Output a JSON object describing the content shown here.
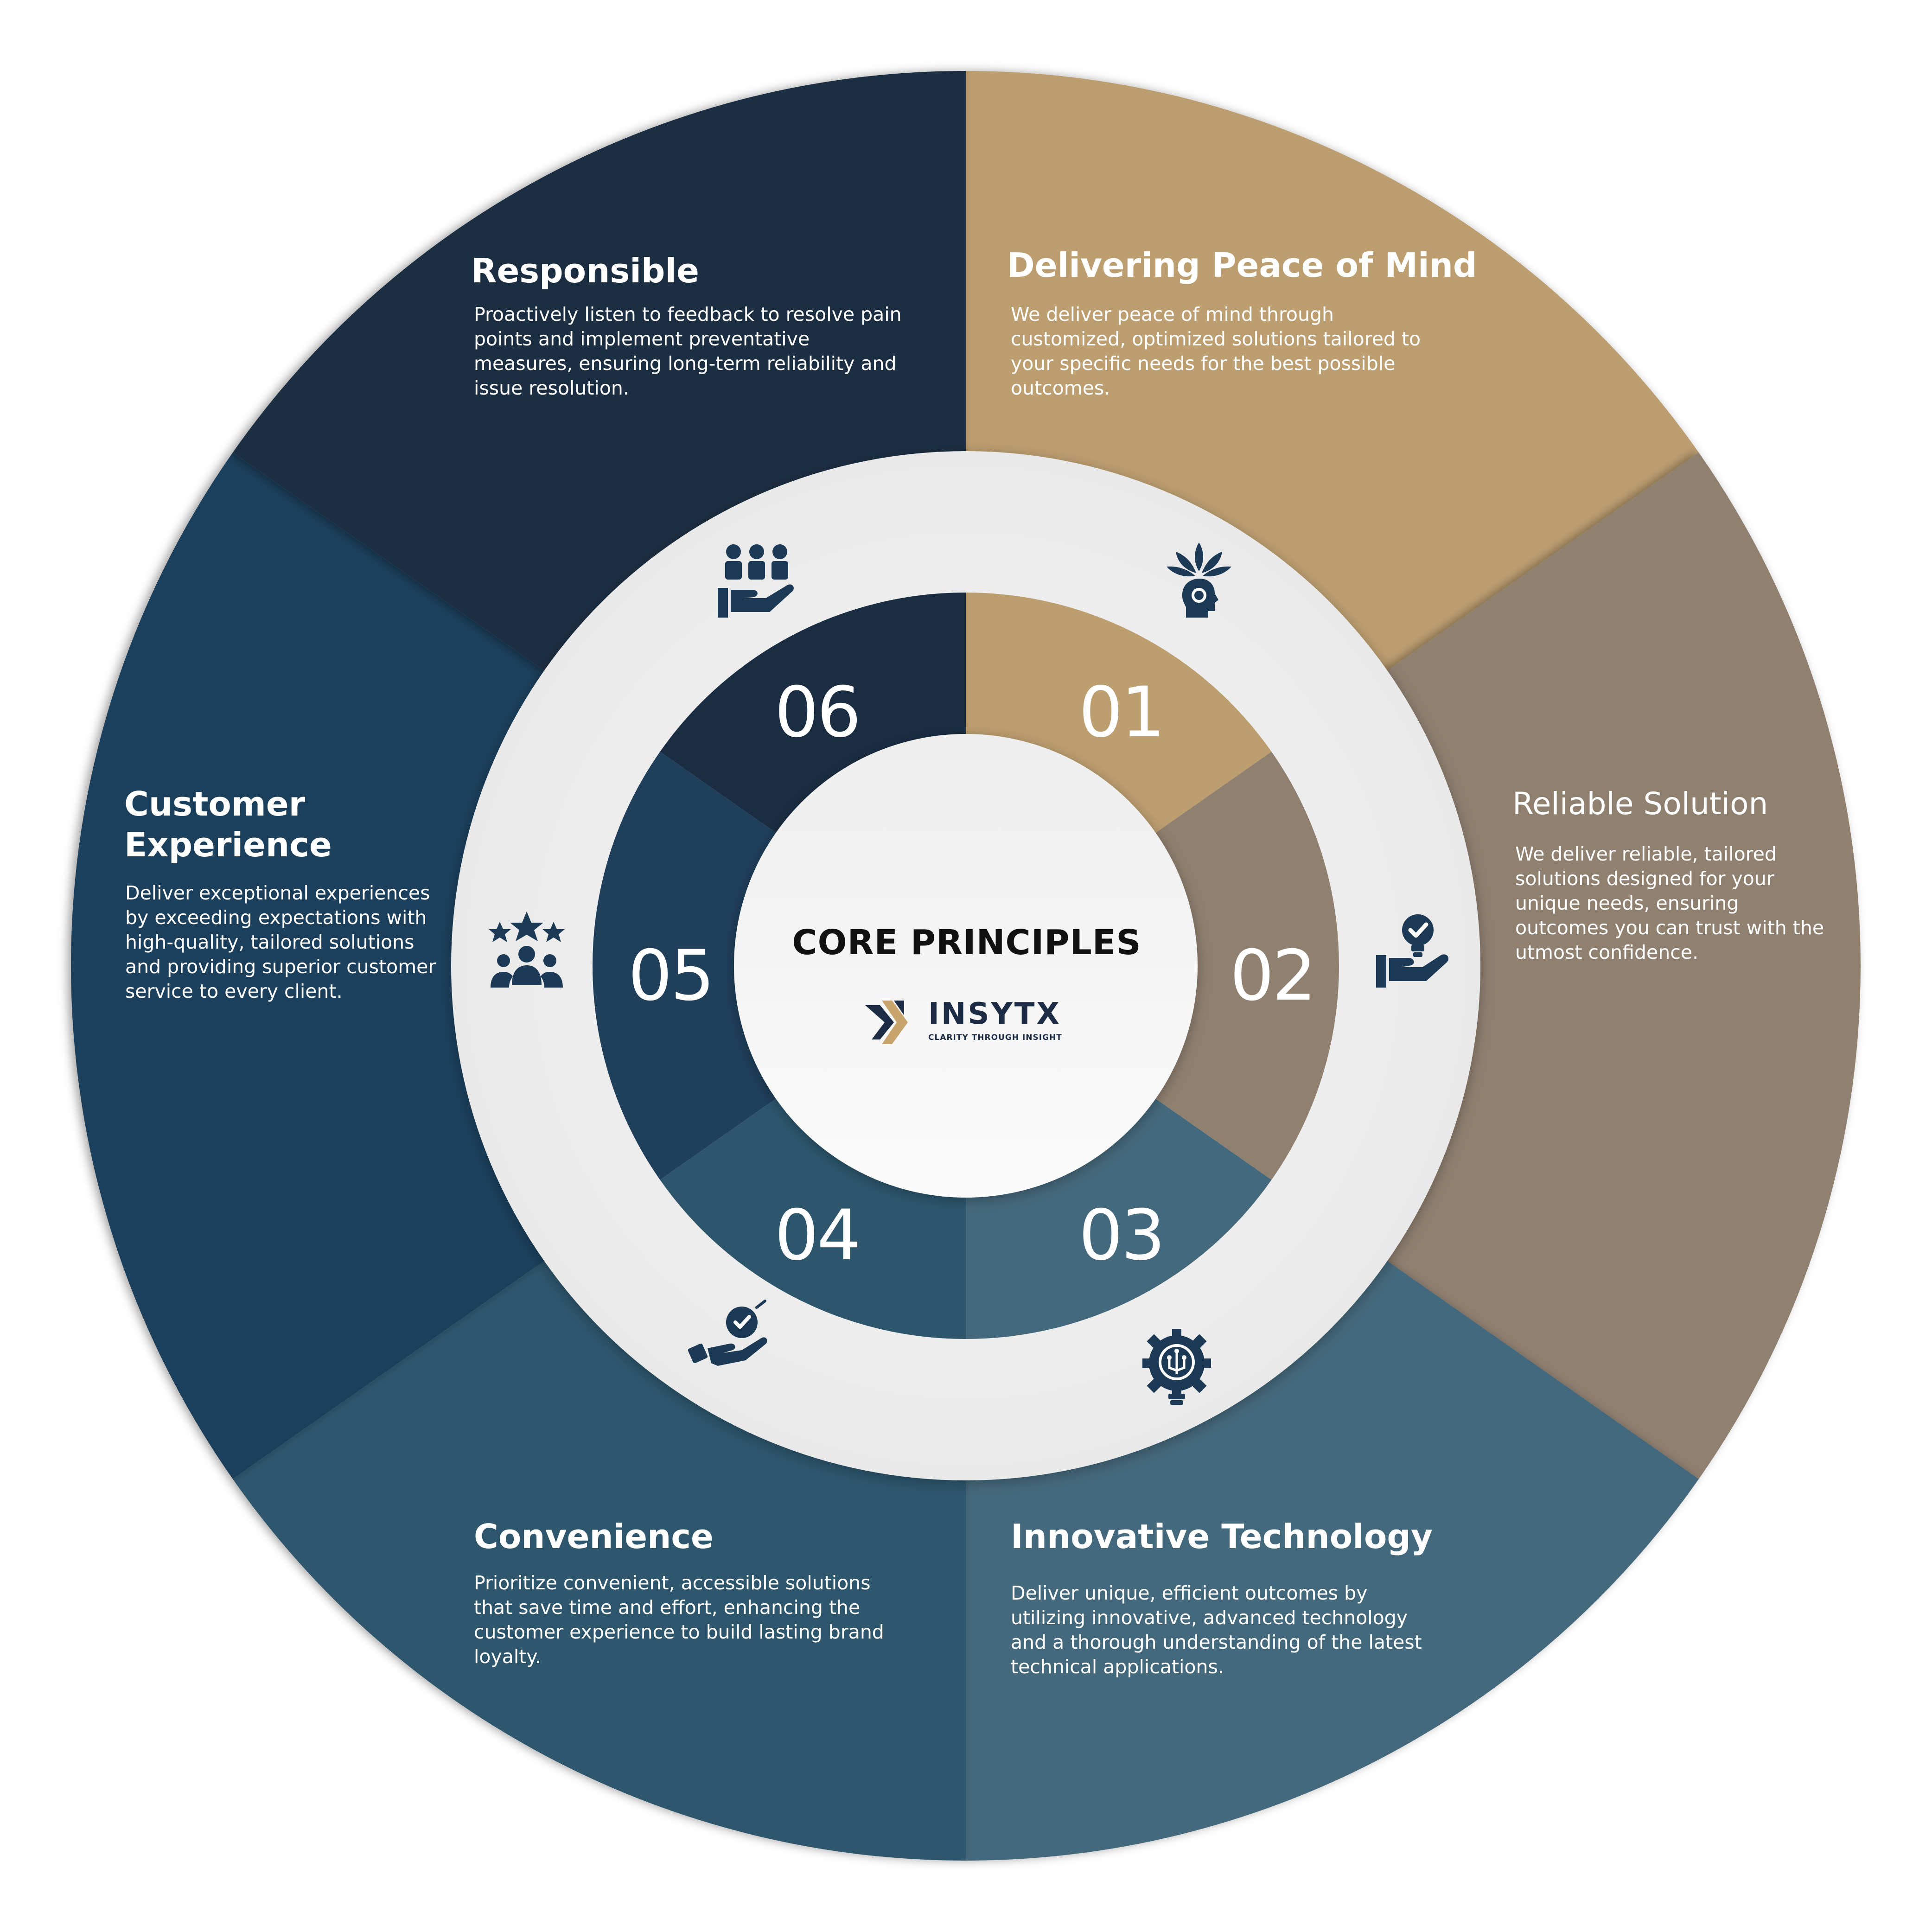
{
  "center": {
    "title": "CORE PRINCIPLES",
    "logo_text": "INSYTX",
    "logo_tagline": "CLARITY THROUGH INSIGHT"
  },
  "colors": {
    "principle_01": "#bc9e6f",
    "principle_02": "#8f806f",
    "principle_03": "#45697c",
    "principle_04": "#2d566d",
    "principle_05": "#1f3f5b",
    "principle_06": "#1a2d42",
    "ring": "#efefef",
    "center_disc": "#f7f7f7",
    "icon": "#1c3a55"
  },
  "principles": [
    {
      "number": "01",
      "title": "Delivering Peace of Mind",
      "description": "We deliver peace of mind through customized, optimized solutions tailored to your specific needs for the best possible outcomes.",
      "icon": "lotus-head-icon"
    },
    {
      "number": "02",
      "title": "Reliable Solution",
      "description": "We deliver reliable, tailored solutions designed for your unique needs, ensuring outcomes you can trust with the utmost confidence.",
      "icon": "hand-lightbulb-check-icon"
    },
    {
      "number": "03",
      "title": "Innovative Technology",
      "description": "Deliver unique, efficient outcomes by utilizing innovative, advanced technology and a thorough understanding of the latest technical applications.",
      "icon": "gear-lightbulb-icon"
    },
    {
      "number": "04",
      "title": "Convenience",
      "description": "Prioritize convenient, accessible solutions that save time and effort, enhancing the customer experience to build lasting brand loyalty.",
      "icon": "hand-clock-check-icon"
    },
    {
      "number": "05",
      "title": "Customer Experience",
      "description": "Deliver exceptional experiences by exceeding expectations with high-quality, tailored solutions and providing superior customer service to every client.",
      "icon": "people-stars-icon"
    },
    {
      "number": "06",
      "title": "Responsible",
      "description": "Proactively listen to feedback to resolve pain points and implement preventative measures, ensuring long-term reliability and issue resolution.",
      "icon": "hand-team-icon"
    }
  ]
}
